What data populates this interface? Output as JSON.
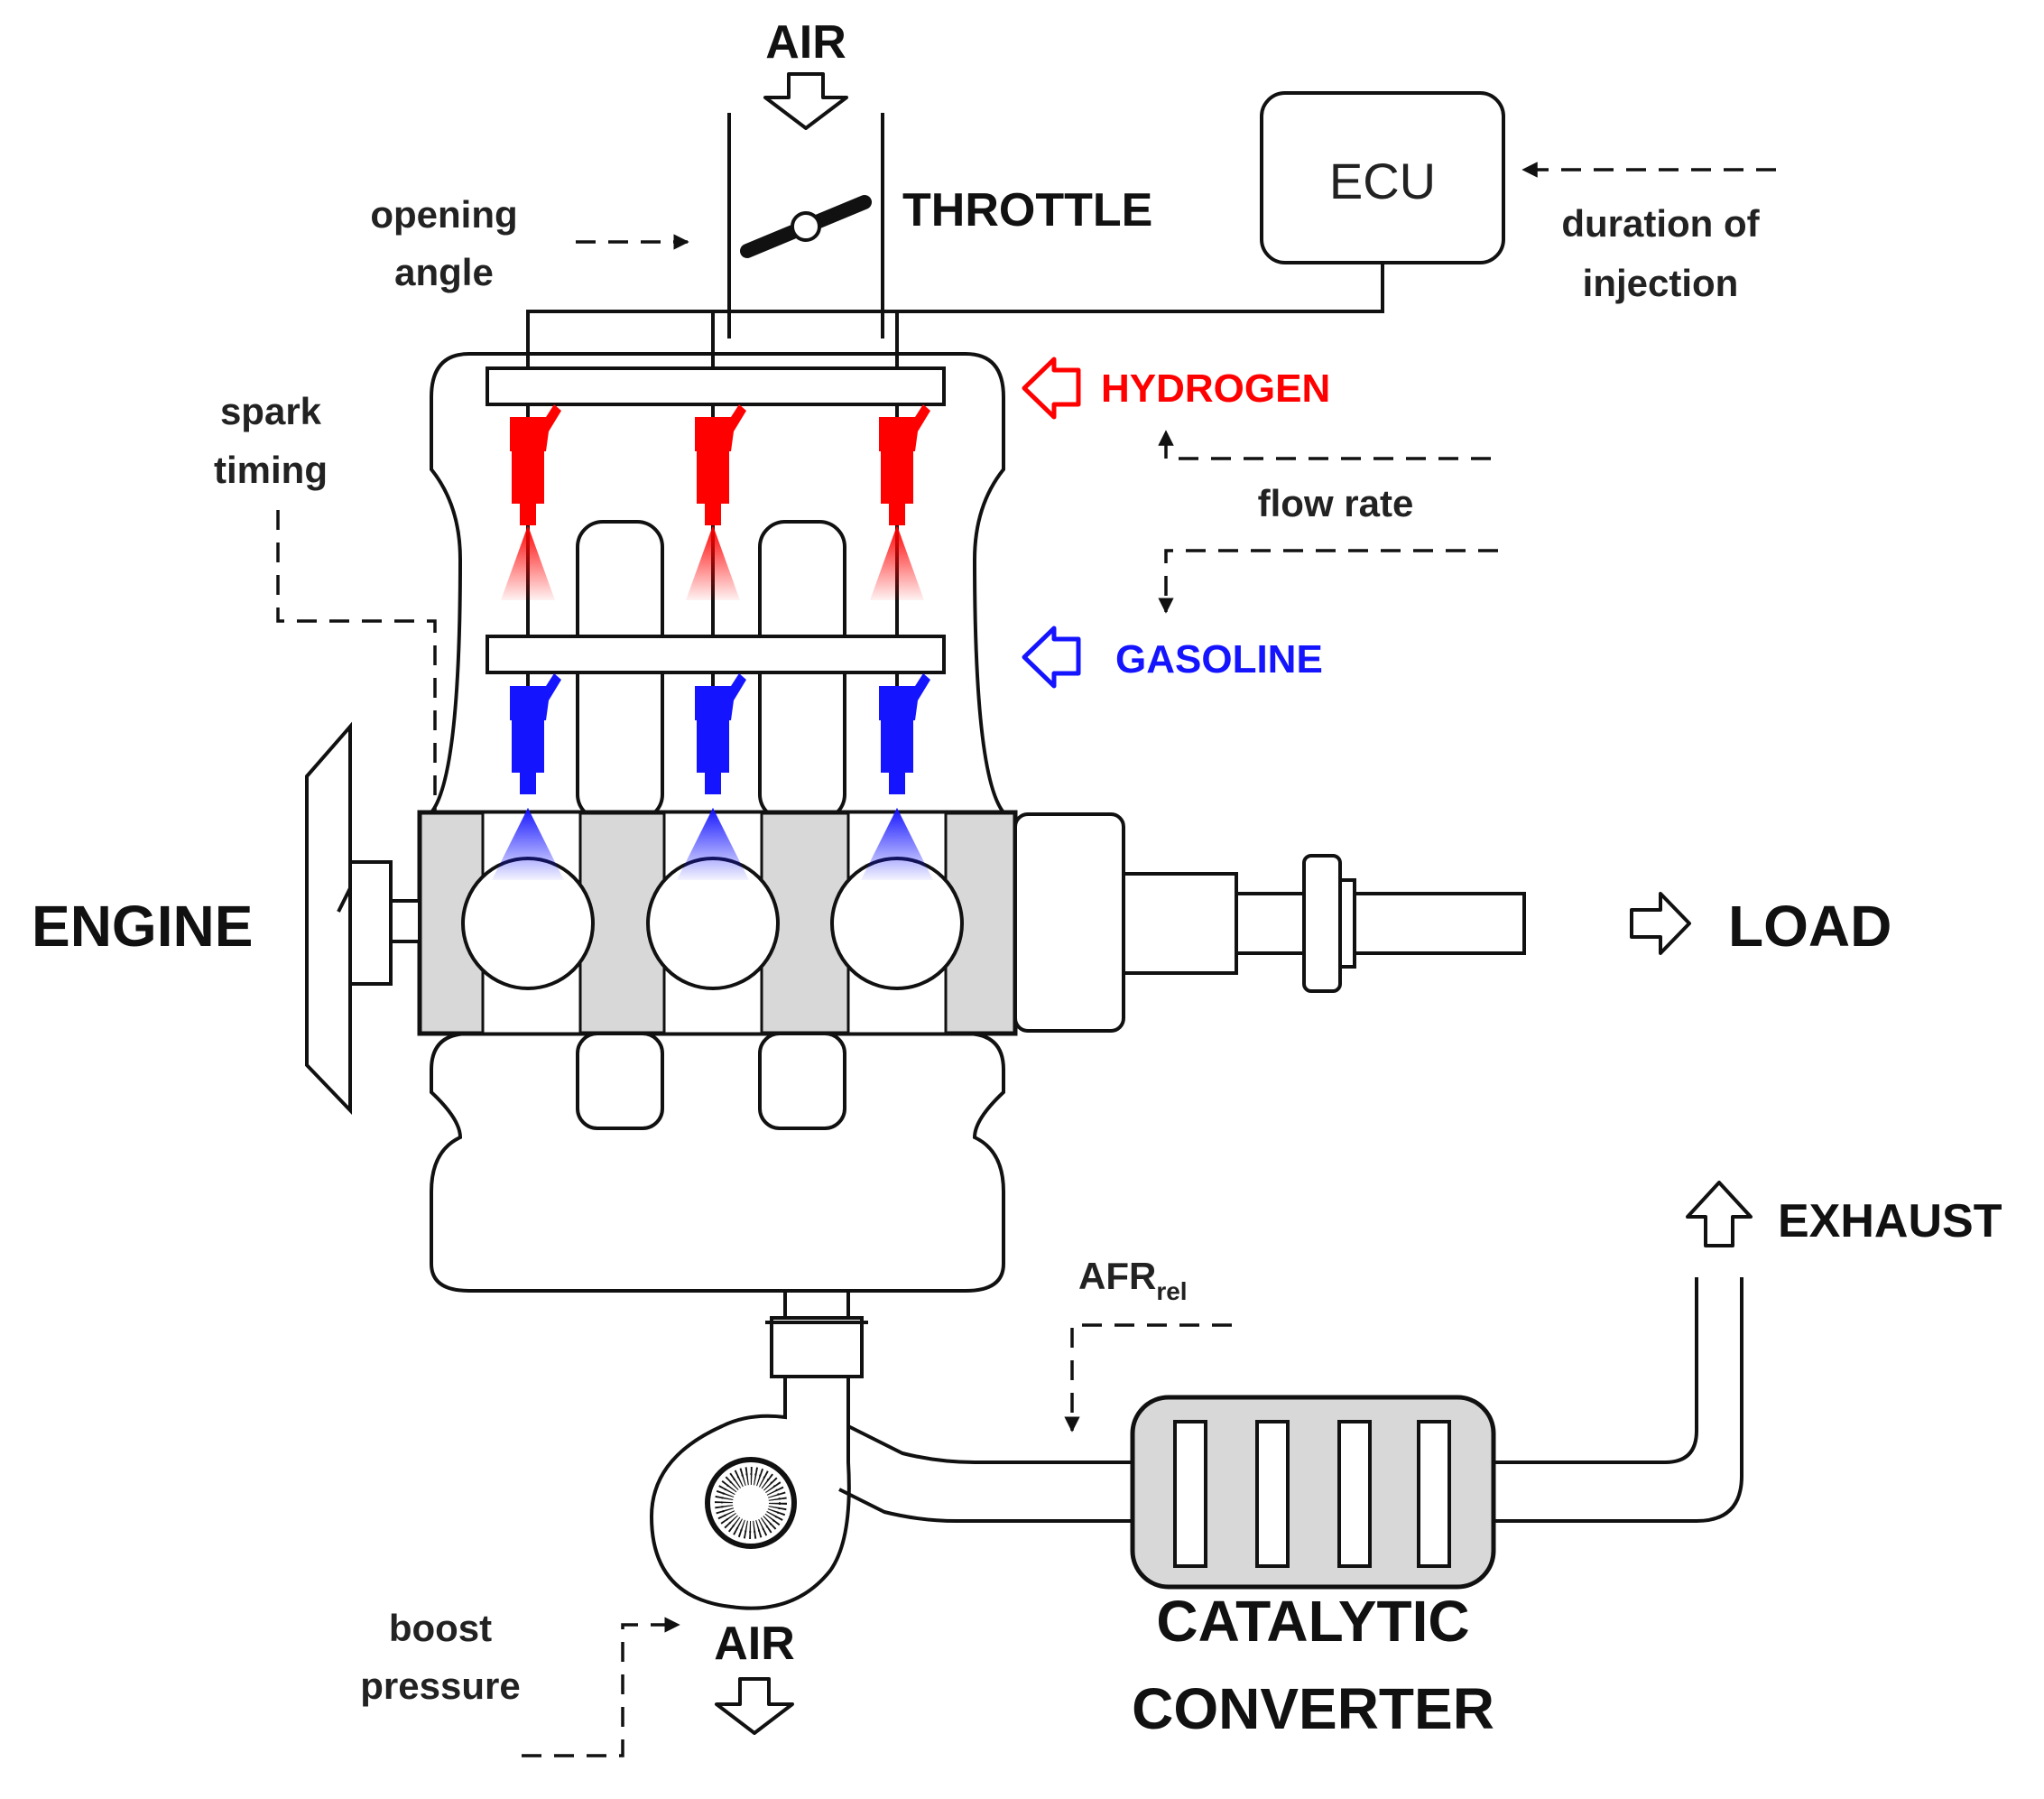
{
  "labels": {
    "air_top": "AIR",
    "throttle": "THROTTLE",
    "opening_angle_1": "opening",
    "opening_angle_2": "angle",
    "ecu": "ECU",
    "duration_1": "duration of",
    "duration_2": "injection",
    "spark_1": "spark",
    "spark_2": "timing",
    "hydrogen": "HYDROGEN",
    "flow_rate": "flow rate",
    "gasoline": "GASOLINE",
    "engine": "ENGINE",
    "load": "LOAD",
    "exhaust": "EXHAUST",
    "afr": "AFR",
    "afr_sub": "rel",
    "boost_1": "boost",
    "boost_2": "pressure",
    "air_bottom": "AIR",
    "catalytic_1": "CATALYTIC",
    "catalytic_2": "CONVERTER"
  },
  "colors": {
    "hydrogen": "#ff0000",
    "gasoline": "#1414ff",
    "block_fill": "#d8d8d8",
    "line": "#111111"
  }
}
